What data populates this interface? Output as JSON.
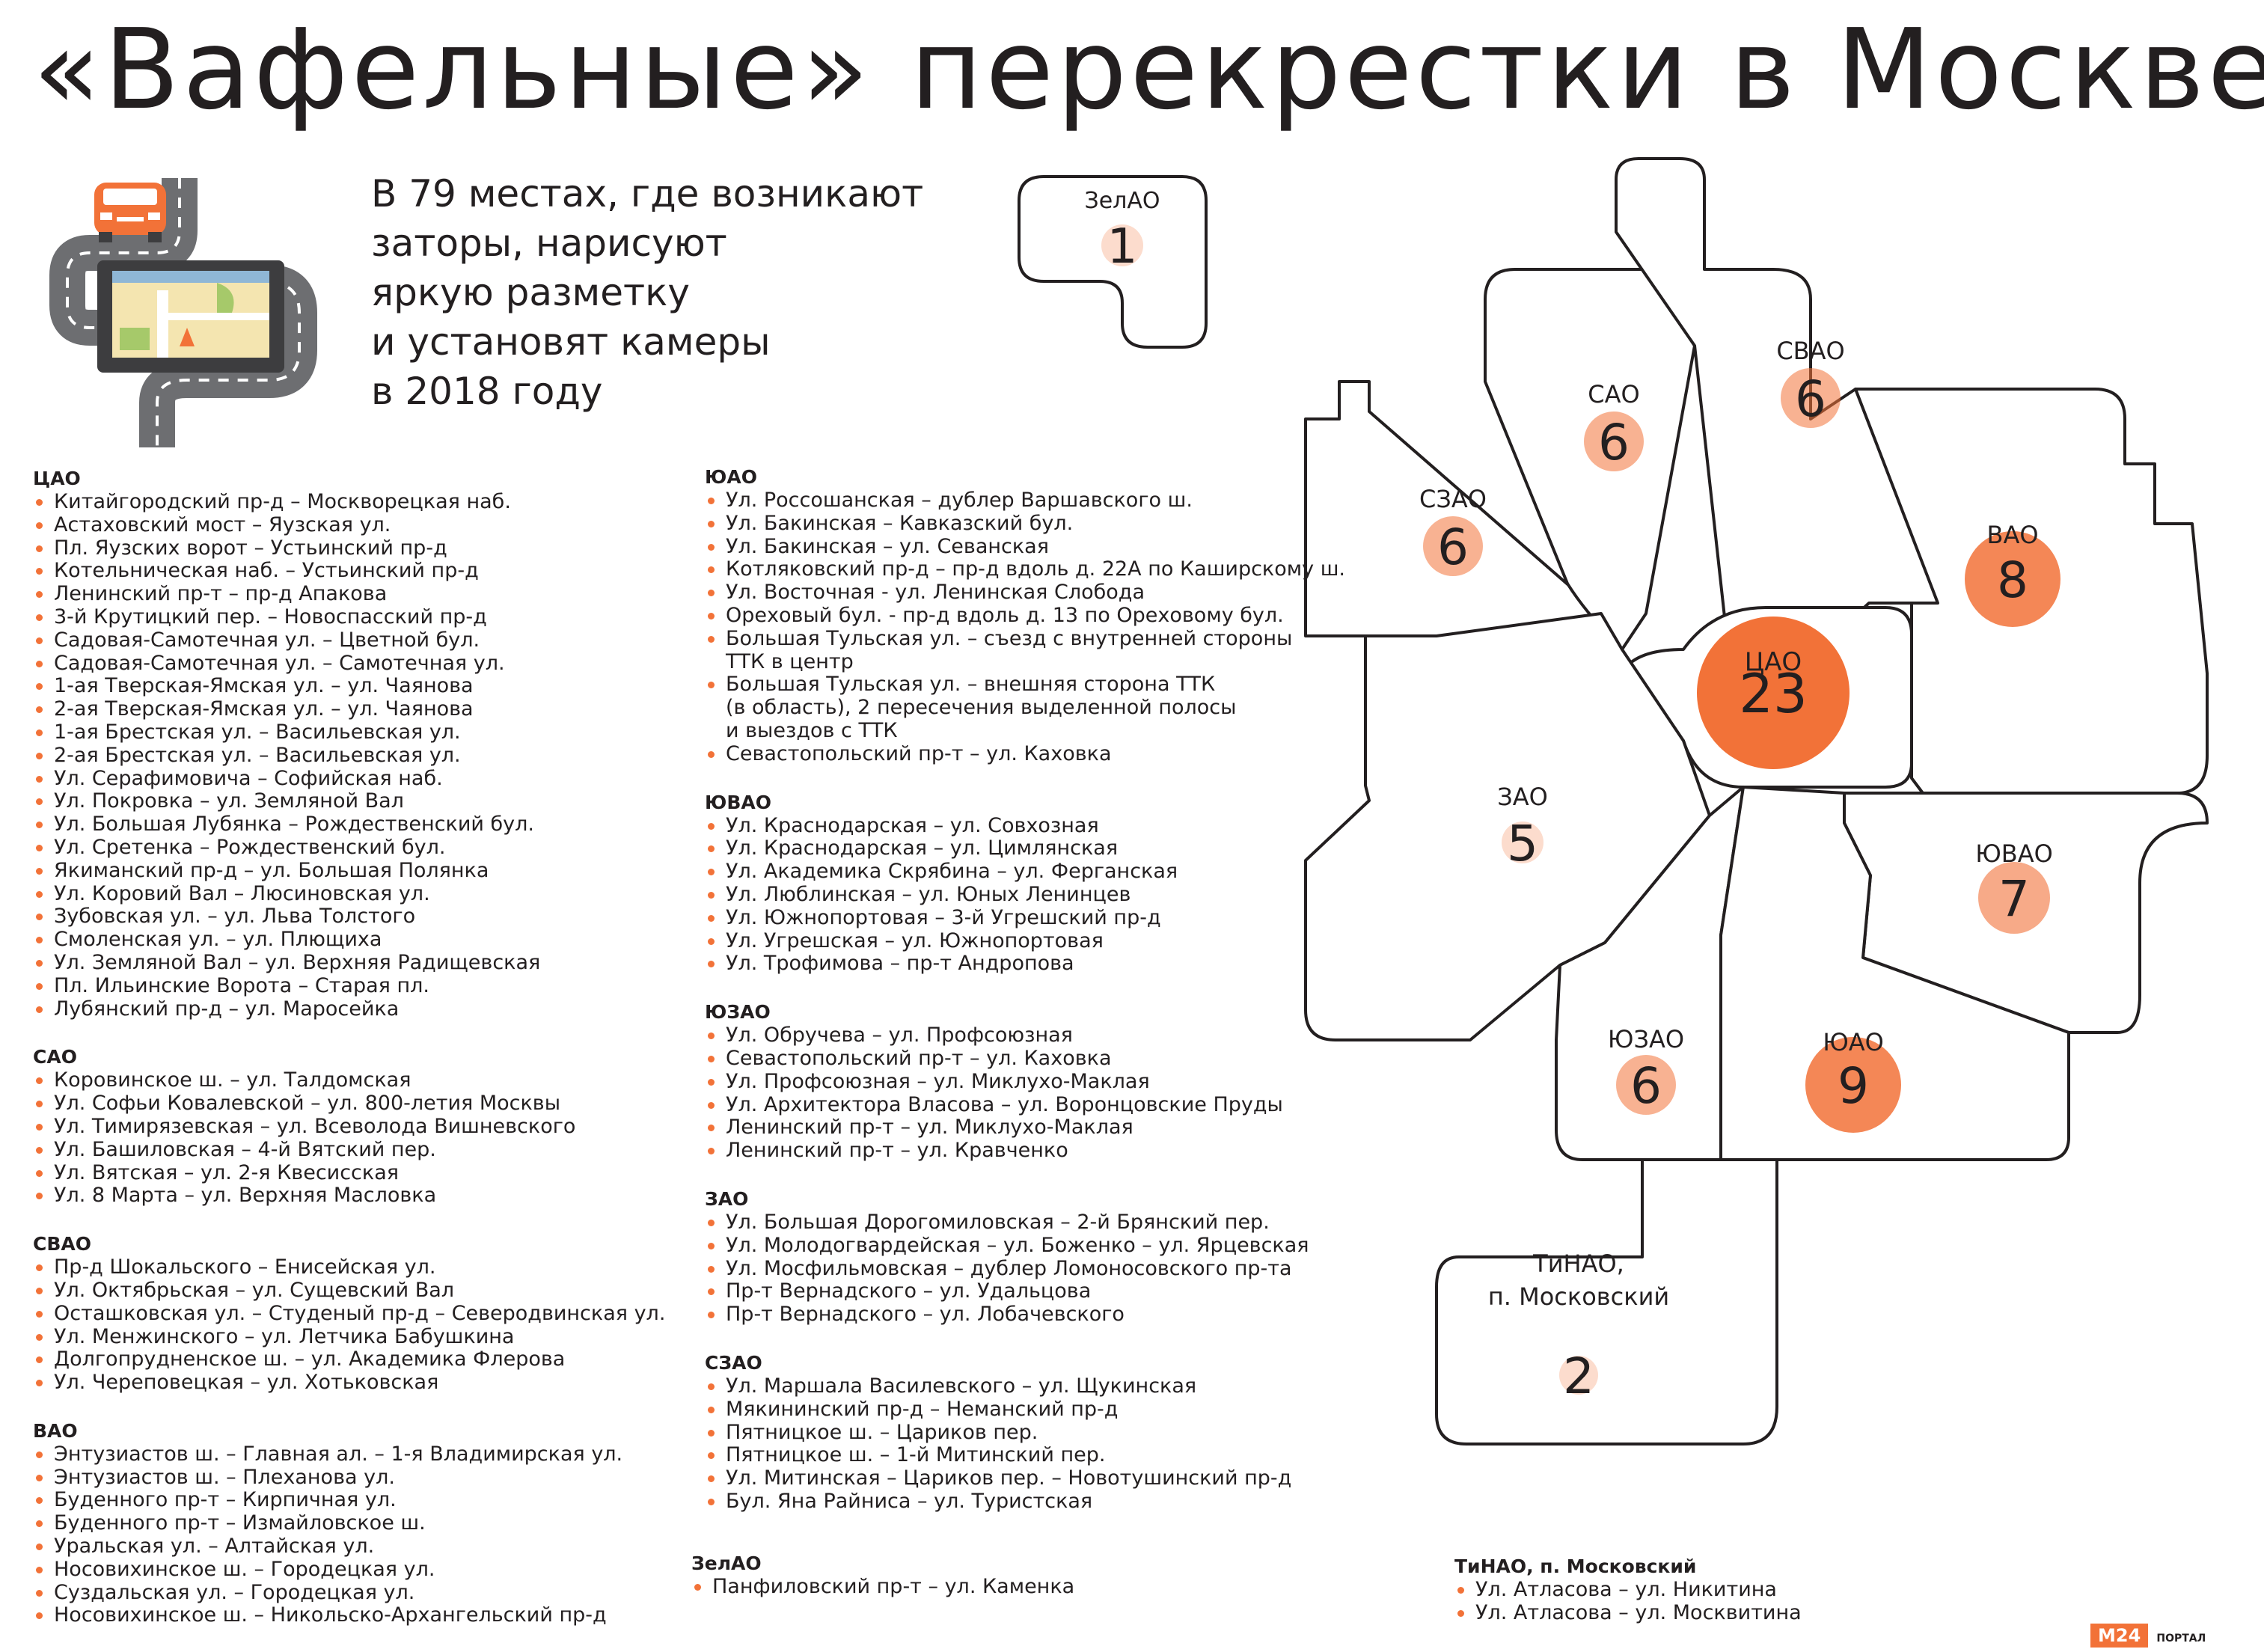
{
  "title": "«Вафельные» перекрестки в Москве",
  "intro": [
    "В 79 местах, где возникают",
    "заторы, нарисуют",
    "яркую разметку",
    "и установят камеры",
    "в 2018 году"
  ],
  "colors": {
    "accent": "#f27238",
    "dark": "#231f20",
    "road": "#6d6e71"
  },
  "icon": "car-navigation-illustration",
  "districts": [
    {
      "name": "ЗелАО",
      "count": "1"
    },
    {
      "name": "САО",
      "count": "6"
    },
    {
      "name": "СВАО",
      "count": "6"
    },
    {
      "name": "СЗАО",
      "count": "6"
    },
    {
      "name": "ВАО",
      "count": "8"
    },
    {
      "name": "ЦАО",
      "count": "23"
    },
    {
      "name": "ЗАО",
      "count": "5"
    },
    {
      "name": "ЮВАО",
      "count": "7"
    },
    {
      "name": "ЮЗАО",
      "count": "6"
    },
    {
      "name": "ЮАО",
      "count": "9"
    },
    {
      "name_lines": [
        "ТиНАО,",
        "п. Московский"
      ],
      "count": "2"
    }
  ],
  "lists": {
    "col1": [
      {
        "title": "ЦАО",
        "items": [
          "Китайгородский пр-д – Москворецкая наб.",
          "Астаховский мост – Яузская ул.",
          "Пл. Яузских ворот – Устьинский пр-д",
          "Котельническая наб. – Устьинский пр-д",
          "Ленинский пр-т – пр-д Апакова",
          "3-й Крутицкий пер. – Новоспасский пр-д",
          "Садовая-Самотечная ул. – Цветной бул.",
          "Садовая-Самотечная ул. – Самотечная ул.",
          "1-ая Тверская-Ямская ул. – ул. Чаянова",
          "2-ая Тверская-Ямская ул. – ул. Чаянова",
          "1-ая Брестская ул. – Васильевская ул.",
          "2-ая Брестская ул. – Васильевская ул.",
          "Ул. Серафимовича – Софийская наб.",
          "Ул. Покровка – ул. Земляной Вал",
          "Ул. Большая Лубянка – Рождественский бул.",
          "Ул. Сретенка – Рождественский бул.",
          "Якиманский пр-д – ул. Большая Полянка",
          "Ул. Коровий Вал – Люсиновская ул.",
          "Зубовская ул. – ул. Льва Толстого",
          "Смоленская ул. – ул. Плющиха",
          "Ул. Земляной Вал – ул. Верхняя Радищевская",
          "Пл. Ильинские Ворота – Старая пл.",
          "Лубянский пр-д – ул. Маросейка"
        ]
      },
      {
        "title": "САО",
        "items": [
          "Коровинское ш. – ул. Талдомская",
          "Ул. Софьи Ковалевской – ул. 800-летия Москвы",
          "Ул. Тимирязевская – ул. Всеволода Вишневского",
          "Ул. Башиловская – 4-й Вятский пер.",
          "Ул. Вятская – ул. 2-я Квесисская",
          "Ул. 8 Марта – ул. Верхняя Масловка"
        ]
      },
      {
        "title": "СВАО",
        "items": [
          "Пр-д Шокальского – Енисейская ул.",
          "Ул. Октябрьская – ул. Сущевский Вал",
          "Осташковская ул. – Студеный пр-д – Северодвинская ул.",
          "Ул. Менжинского – ул. Летчика Бабушкина",
          "Долгопрудненское ш. – ул. Академика Флерова",
          "Ул. Череповецкая – ул. Хотьковская"
        ]
      },
      {
        "title": "ВАО",
        "items": [
          "Энтузиастов ш. – Главная ал. – 1-я Владимирская ул.",
          "Энтузиастов ш. – Плеханова ул.",
          "Буденного пр-т – Кирпичная ул.",
          "Буденного пр-т – Измайловское ш.",
          "Уральская ул. – Алтайская ул.",
          "Носовихинское ш. – Городецкая ул.",
          "Суздальская ул. – Городецкая ул.",
          "Носовихинское ш. – Никольско-Архангельский пр-д"
        ]
      }
    ],
    "col2": [
      {
        "title": "ЮАО",
        "items": [
          "Ул. Россошанская – дублер Варшавского ш.",
          "Ул. Бакинская – Кавказский бул.",
          "Ул. Бакинская – ул. Севанская",
          "Котляковский пр-д – пр-д вдоль д. 22А по Каширскому ш.",
          "Ул. Восточная - ул. Ленинская Слобода",
          "Ореховый бул. - пр-д вдоль д. 13 по Ореховому бул.",
          "Большая Тульская ул. – съезд с внутренней стороны\nТТК в центр",
          "Большая Тульская ул. – внешняя сторона ТТК\n(в область), 2 пересечения выделенной полосы\nи выездов с ТТК",
          "Севастопольский пр-т – ул. Каховка"
        ]
      },
      {
        "title": "ЮВАО",
        "items": [
          "Ул. Краснодарская – ул. Совхозная",
          "Ул. Краснодарская – ул. Цимлянская",
          "Ул. Академика Скрябина – ул. Ферганская",
          "Ул. Люблинская – ул. Юных Ленинцев",
          "Ул. Южнопортовая – 3-й Угрешский пр-д",
          "Ул. Угрешская – ул. Южнопортовая",
          "Ул. Трофимова – пр-т Андропова"
        ]
      },
      {
        "title": "ЮЗАО",
        "items": [
          "Ул. Обручева – ул. Профсоюзная",
          "Севастопольский пр-т – ул. Каховка",
          "Ул. Профсоюзная – ул. Миклухо-Маклая",
          "Ул. Архитектора Власова – ул. Воронцовские Пруды",
          "Ленинский пр-т – ул. Миклухо-Маклая",
          "Ленинский пр-т – ул. Кравченко"
        ]
      },
      {
        "title": "ЗАО",
        "items": [
          "Ул. Большая Дорогомиловская – 2-й Брянский пер.",
          "Ул. Молодогвардейская – ул. Боженко – ул. Ярцевская",
          "Ул. Мосфильмовская – дублер Ломоносовского пр-та",
          "Пр-т Вернадского – ул. Удальцова",
          "Пр-т Вернадского – ул. Лобачевского"
        ]
      },
      {
        "title": "СЗАО",
        "items": [
          "Ул. Маршала Василевского – ул. Щукинская",
          "Мякининский пр-д – Неманский пр-д",
          "Пятницкое ш. – Цариков пер.",
          "Пятницкое ш. – 1-й Митинский пер.",
          "Ул. Митинская – Цариков пер. – Новотушинский пр-д",
          "Бул. Яна Райниса – ул. Туристская"
        ]
      }
    ],
    "zelao": {
      "title": "ЗелАО",
      "items": [
        "Панфиловский пр-т – ул. Каменка"
      ]
    },
    "tinao": {
      "title": "ТиНАО, п. Московский",
      "items": [
        "Ул. Атласова – ул. Никитина",
        "Ул. Атласова – ул. Москвитина"
      ]
    }
  },
  "logo": {
    "brand": "М24",
    "label": "ПОРТАЛ"
  }
}
